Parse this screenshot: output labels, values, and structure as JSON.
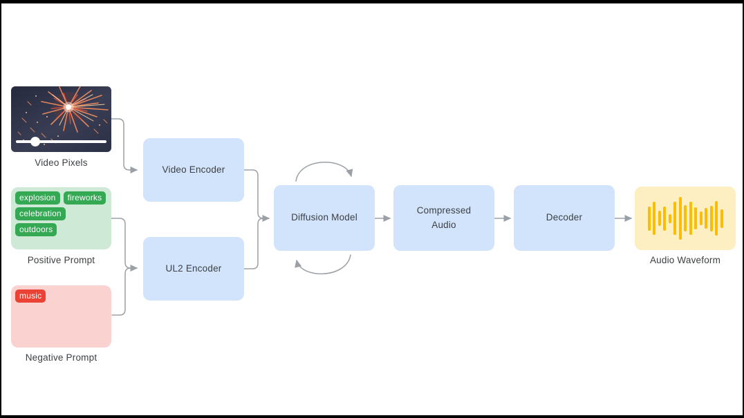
{
  "nodes": {
    "video_pixels": {
      "label": "Video Pixels",
      "media": "fireworks-video-thumbnail",
      "progress_position": 0.24
    },
    "positive_prompt": {
      "label": "Positive Prompt",
      "tags": [
        "explosion",
        "fireworks",
        "celebration",
        "outdoors"
      ],
      "tag_color": "#34A853",
      "container_color": "#CEEAD6"
    },
    "negative_prompt": {
      "label": "Negative Prompt",
      "tags": [
        "music"
      ],
      "tag_color": "#EA4335",
      "container_color": "#FAD2CF"
    },
    "video_encoder": {
      "label": "Video Encoder",
      "color": "#D2E3FC"
    },
    "ul2_encoder": {
      "label": "UL2 Encoder",
      "color": "#D2E3FC"
    },
    "diffusion_model": {
      "label": "Diffusion Model",
      "color": "#D2E3FC",
      "has_loop_arrows": true
    },
    "compressed_audio": {
      "label": "Compressed Audio",
      "color": "#D2E3FC"
    },
    "decoder": {
      "label": "Decoder",
      "color": "#D2E3FC"
    },
    "audio_waveform": {
      "label": "Audio Waveform",
      "container_color": "#FEEFC3",
      "bar_color": "#FBBC04",
      "bars": [
        35,
        48,
        22,
        35,
        13,
        48,
        62,
        38,
        48,
        32,
        20,
        30,
        37,
        50,
        27
      ]
    }
  },
  "flow": [
    "Video Pixels -> Video Encoder",
    "Positive Prompt -> UL2 Encoder",
    "Negative Prompt -> UL2 Encoder",
    "Video Encoder -> Diffusion Model",
    "UL2 Encoder -> Diffusion Model",
    "Diffusion Model -> Compressed Audio",
    "Compressed Audio -> Decoder",
    "Decoder -> Audio Waveform"
  ],
  "colors": {
    "connector": "#9AA0A6",
    "text": "#3C4043",
    "node_fill": "#D2E3FC",
    "slide_background": "#FFFFFF",
    "letterbox": "#000000"
  }
}
